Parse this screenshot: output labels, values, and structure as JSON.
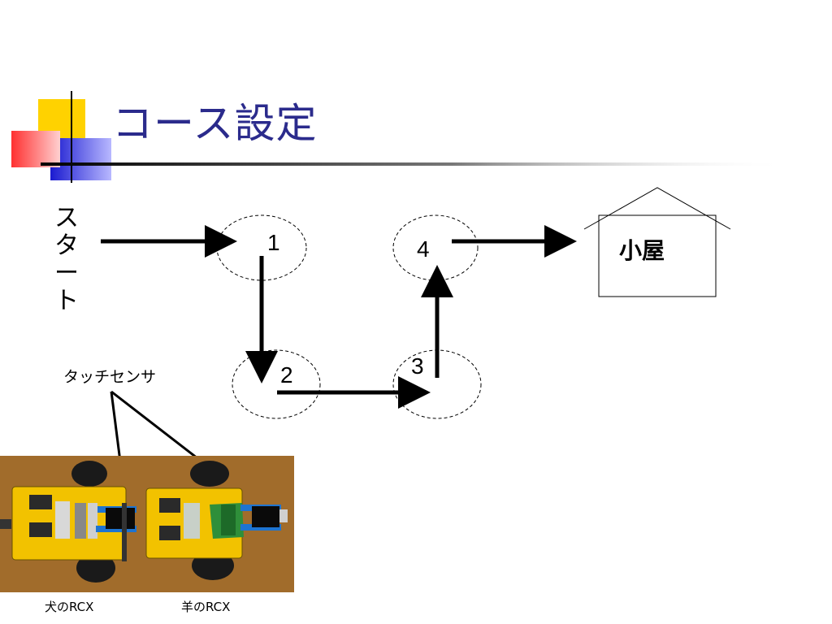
{
  "slide": {
    "title": "コース設定"
  },
  "course": {
    "start_label_chars": [
      "ス",
      "タ",
      "ー",
      "ト"
    ],
    "nodes": [
      {
        "label": "1"
      },
      {
        "label": "2"
      },
      {
        "label": "3"
      },
      {
        "label": "4"
      }
    ],
    "destination_label": "小屋"
  },
  "robots": {
    "sensor_label": "タッチセンサ",
    "captions": [
      "犬のRCX",
      "羊のRCX"
    ]
  },
  "colors": {
    "title": "#2b2b8c",
    "yellow_block": "#ffd200",
    "blue_block": "#2020c8",
    "red_block": "#ff4040",
    "robot_body": "#f2c200",
    "photo_bg": "#a8722f"
  }
}
